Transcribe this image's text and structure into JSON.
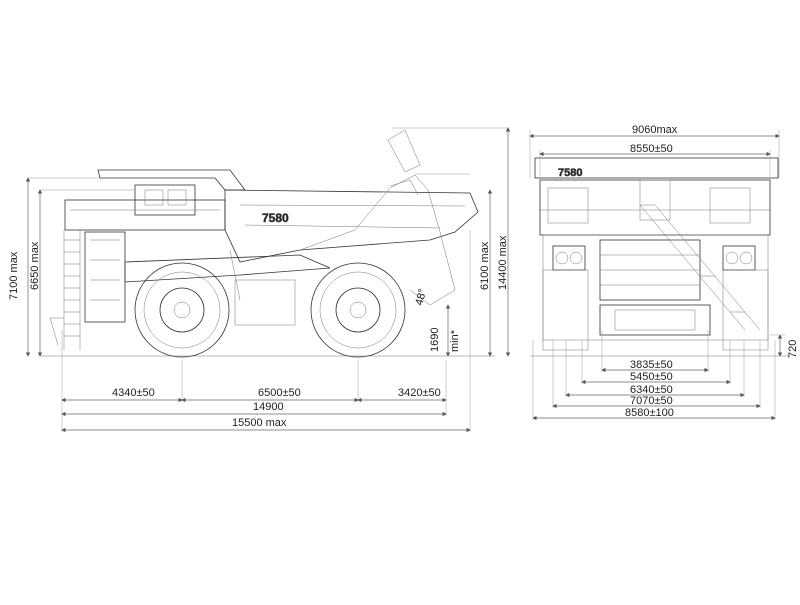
{
  "side_view": {
    "model_badge": "7580",
    "dims": {
      "height_7100": "7100 max",
      "height_6650": "6650 max",
      "height_6100": "6100 max",
      "height_14400": "14400 max",
      "dump_angle": "48°",
      "ground_clearance": "1690",
      "ground_clearance_unit": "min*",
      "front_overhang": "4340±50",
      "wheelbase": "6500±50",
      "rear_overhang": "3420±50",
      "length_14900": "14900",
      "length_15500": "15500 max"
    }
  },
  "front_view": {
    "model_badge": "7580",
    "dims": {
      "width_9060": "9060max",
      "width_8550": "8550±50",
      "height_720": "720",
      "w_3835": "3835±50",
      "w_5450": "5450±50",
      "w_6340": "6340±50",
      "w_7070": "7070±50",
      "w_8580": "8580±100"
    }
  }
}
